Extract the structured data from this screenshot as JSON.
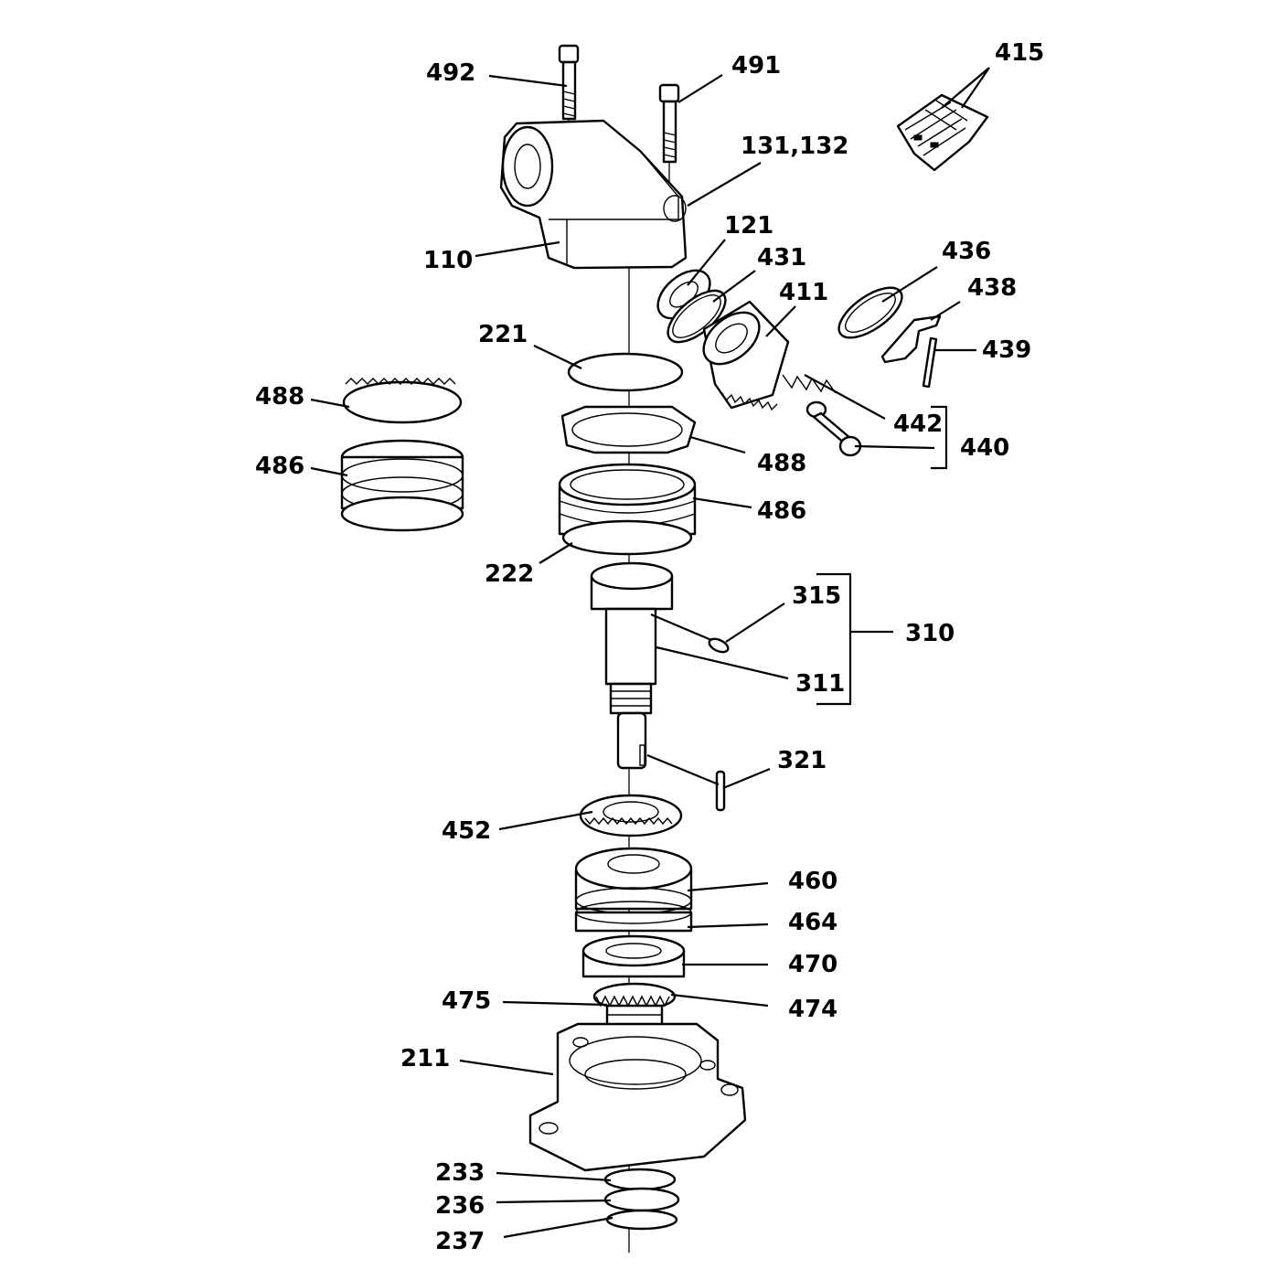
{
  "labels": {
    "l492": "492",
    "l491": "491",
    "l415": "415",
    "l131": "131,132",
    "l110": "110",
    "l121": "121",
    "l431": "431",
    "l436": "436",
    "l438": "438",
    "l411": "411",
    "l439": "439",
    "l221": "221",
    "l488a": "488",
    "l486a": "486",
    "l442": "442",
    "l440": "440",
    "l488b": "488",
    "l486b": "486",
    "l222": "222",
    "l315": "315",
    "l310": "310",
    "l311": "311",
    "l321": "321",
    "l452": "452",
    "l460": "460",
    "l464": "464",
    "l470": "470",
    "l475": "475",
    "l474": "474",
    "l211": "211",
    "l233": "233",
    "l236": "236",
    "l237": "237"
  }
}
